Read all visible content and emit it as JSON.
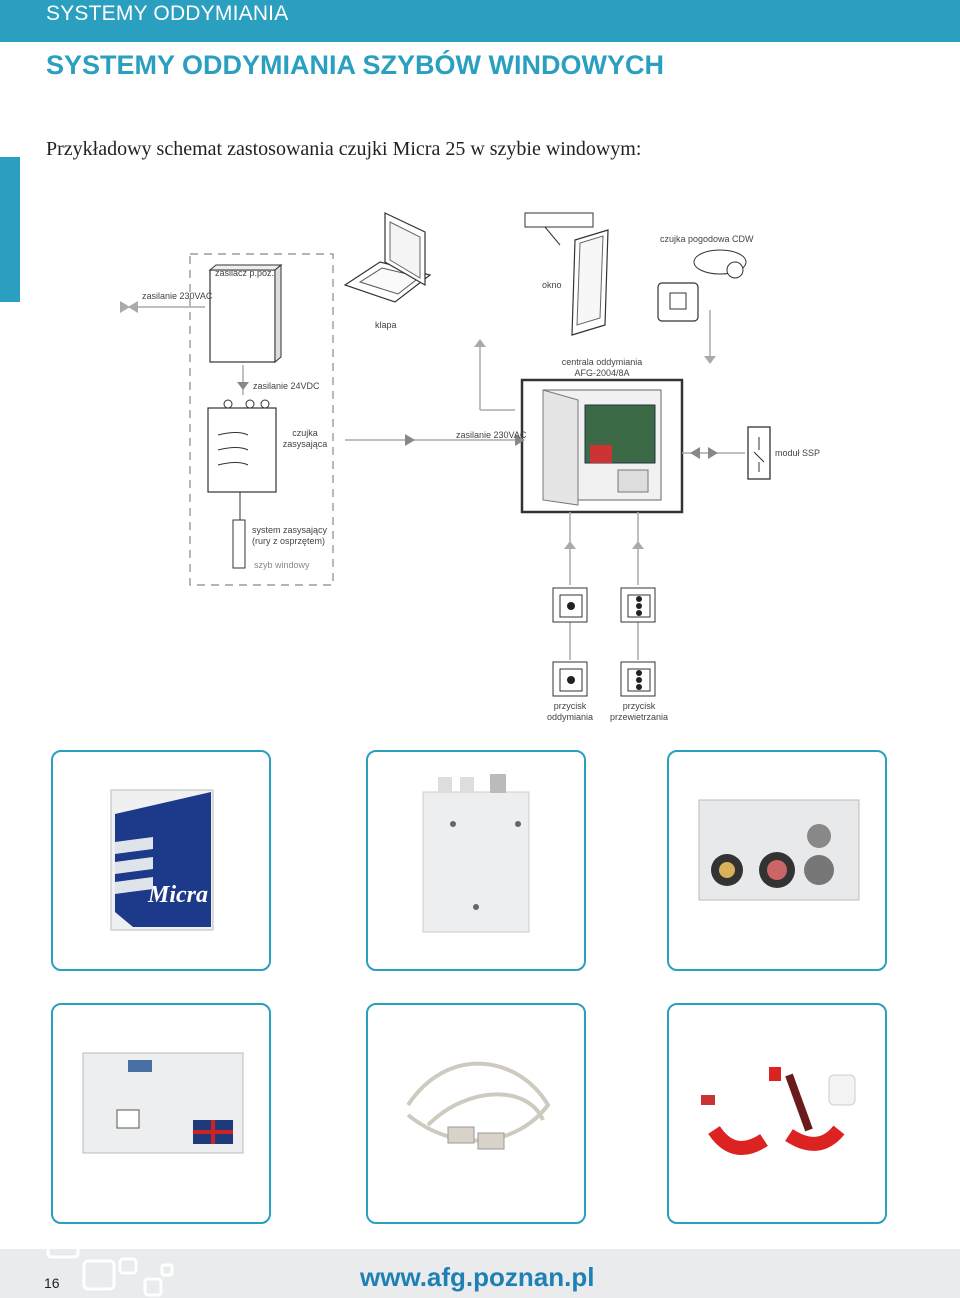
{
  "header": {
    "title": "SYSTEMY ODDYMIANIA"
  },
  "section_title": "SYSTEMY ODDYMIANIA SZYBÓW WINDOWYCH",
  "subtitle": "Przykładowy schemat zastosowania czujki Micra 25 w szybie windowym:",
  "diagram": {
    "labels": {
      "power_230_left": "zasilanie 230VAC",
      "fire_psu": "zasilacz p.poż.",
      "hatch": "klapa",
      "window": "okno",
      "weather_sensor": "czujka pogodowa CDW",
      "power_24": "zasilanie 24VDC",
      "control_panel_line1": "centrala oddymiania",
      "control_panel_line2": "AFG-2004/8A",
      "aspirating_line1": "czujka",
      "aspirating_line2": "zasysająca",
      "power_230_mid": "zasilanie 230VAC",
      "ssp_module": "moduł SSP",
      "pipe_system_line1": "system zasysający",
      "pipe_system_line2": "(rury z osprzętem)",
      "shaft": "szyb windowy",
      "smoke_button_line1": "przycisk",
      "smoke_button_line2": "oddymiania",
      "vent_button_line1": "przycisk",
      "vent_button_line2": "przewietrzania"
    }
  },
  "photos": [
    {
      "name": "photo-micra-front",
      "caption": ""
    },
    {
      "name": "photo-micra-back",
      "caption": ""
    },
    {
      "name": "photo-micra-bottom",
      "caption": ""
    },
    {
      "name": "photo-micra-side",
      "caption": ""
    },
    {
      "name": "photo-cable",
      "caption": ""
    },
    {
      "name": "photo-pipes",
      "caption": ""
    }
  ],
  "footer": {
    "page_number": "16",
    "url": "www.afg.poznan.pl"
  },
  "colors": {
    "accent": "#2a9fbf",
    "link": "#1f80b5",
    "footer_bg": "#e9ebec"
  }
}
